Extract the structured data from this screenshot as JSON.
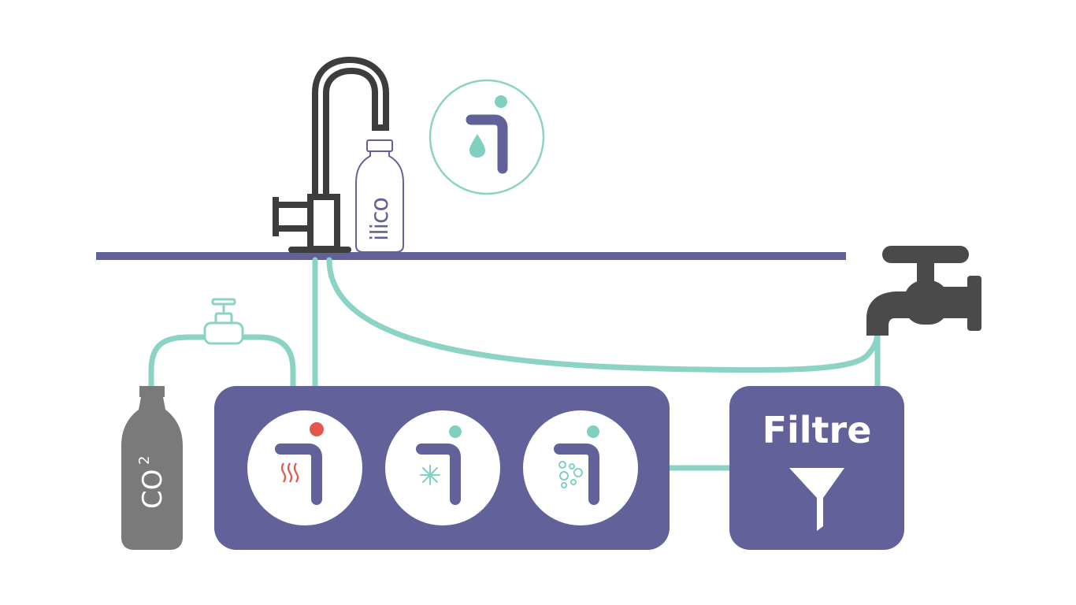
{
  "filter": {
    "label": "Filtre",
    "icon": "funnel-icon"
  },
  "co2_bottle": {
    "label": "CO",
    "superscript": "2"
  },
  "faucet_bottle": {
    "brand": "ilico"
  },
  "modules": [
    {
      "name": "hot-water",
      "icon": "heat-waves-icon",
      "dot_color": "#e3584b"
    },
    {
      "name": "cold-water",
      "icon": "snowflake-icon",
      "dot_color": "#7fd0c0"
    },
    {
      "name": "sparkling-water",
      "icon": "bubbles-icon",
      "dot_color": "#7fd0c0"
    }
  ],
  "colors": {
    "purple": "#62619a",
    "mint": "#8bd3c4",
    "dark_gray": "#3d3d3d",
    "bottle_gray": "#7a7a7a",
    "red": "#e3584b"
  }
}
